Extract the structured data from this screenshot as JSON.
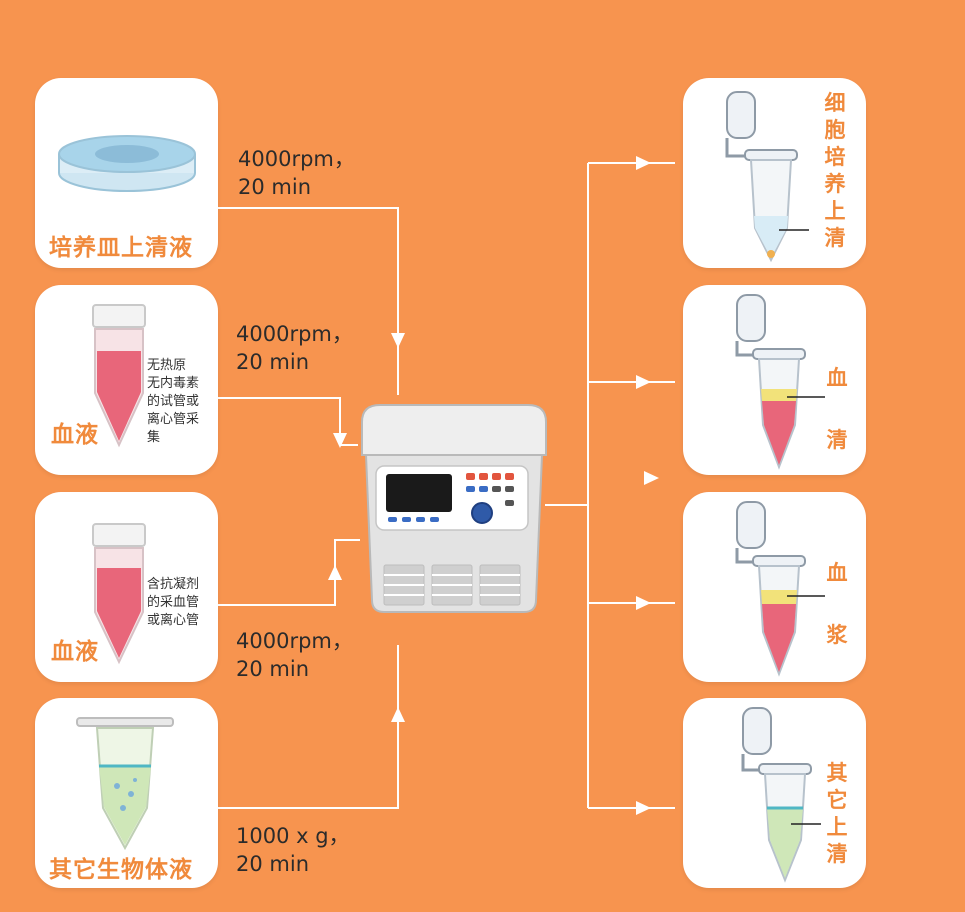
{
  "inputs": [
    {
      "label": "培养皿上清液",
      "note": "",
      "speed": "4000rpm，\n20 min"
    },
    {
      "label": "血液",
      "note": "无热原\n无内毒素\n的试管或\n离心管采\n集",
      "speed": "4000rpm，\n20 min"
    },
    {
      "label": "血液",
      "note": "含抗凝剂\n的采血管\n或离心管",
      "speed": "4000rpm，\n20 min"
    },
    {
      "label": "其它生物体液",
      "note": "",
      "speed": "1000 x g，\n20 min"
    }
  ],
  "outputs": [
    {
      "label": "细胞培养上清"
    },
    {
      "label": "血清"
    },
    {
      "label": "血浆"
    },
    {
      "label": "其它上清"
    }
  ],
  "colors": {
    "background": "#f7944f",
    "accent": "#f08a3c",
    "blood": "#e8667a",
    "serum": "#f2e27a",
    "supernatant": "#cfe7b8"
  }
}
